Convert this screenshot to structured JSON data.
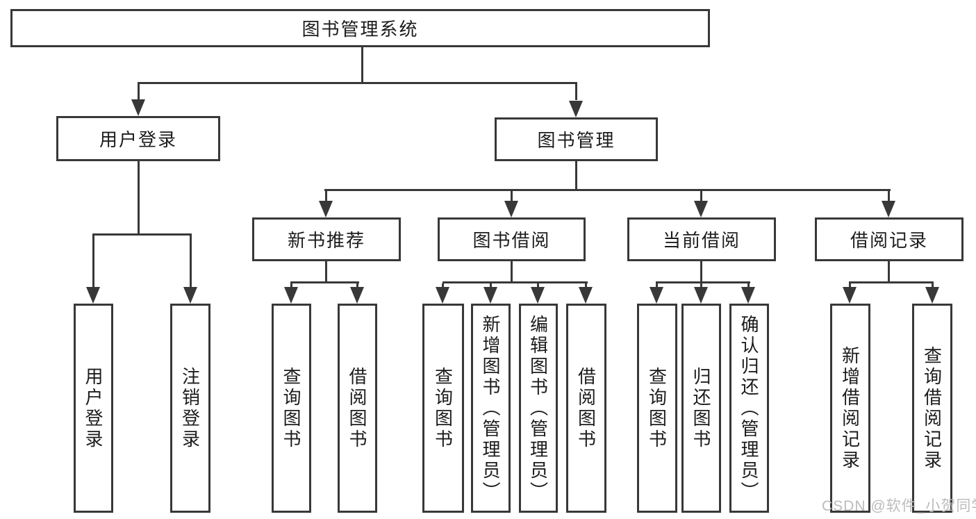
{
  "tree": {
    "root": "图书管理系统",
    "branches": [
      {
        "label": "用户登录",
        "leaves": [
          "用户登录",
          "注销登录"
        ]
      },
      {
        "label": "图书管理",
        "groups": [
          {
            "label": "新书推荐",
            "leaves": [
              "查询图书",
              "借阅图书"
            ]
          },
          {
            "label": "图书借阅",
            "leaves": [
              "查询图书",
              "新增图书（管理员）",
              "编辑图书（管理员）",
              "借阅图书"
            ]
          },
          {
            "label": "当前借阅",
            "leaves": [
              "查询图书",
              "归还图书",
              "确认归还（管理员）"
            ]
          },
          {
            "label": "借阅记录",
            "leaves": [
              "新增借阅记录",
              "查询借阅记录"
            ]
          }
        ]
      }
    ]
  },
  "watermark": "CSDN @软件_小贺同学",
  "colors": {
    "line": "#383838",
    "text": "#1c1c1c",
    "watermark": "#bcbcbc",
    "background": "#ffffff"
  }
}
